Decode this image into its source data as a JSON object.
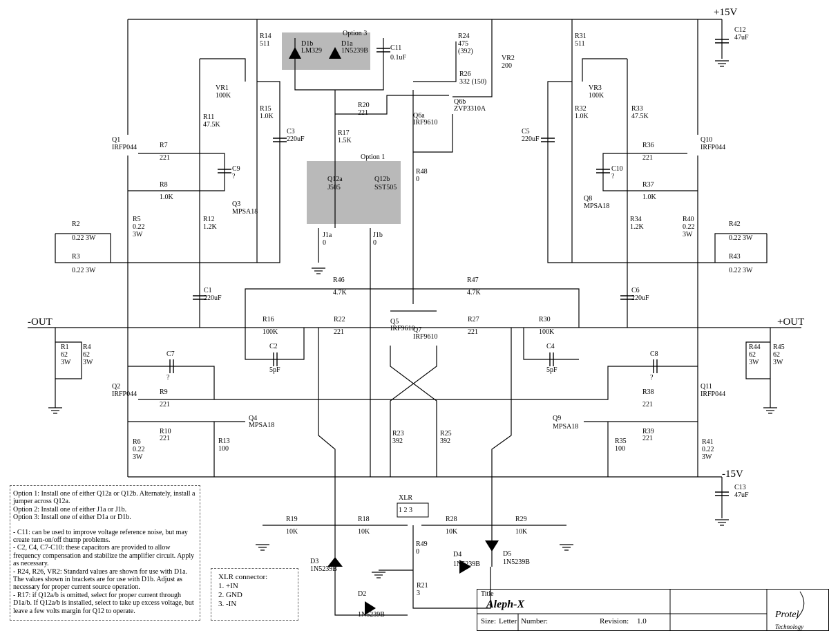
{
  "rails": {
    "pos": "+15V",
    "neg": "-15V",
    "out_pos": "+OUT",
    "out_neg": "-OUT"
  },
  "options": {
    "opt1": "Option 1",
    "opt3": "Option 3"
  },
  "components": {
    "R14": [
      "R14",
      "511"
    ],
    "R31": [
      "R31",
      "511"
    ],
    "R24": [
      "R24",
      "475",
      "(392)"
    ],
    "R26": [
      "R26",
      "332  (150)"
    ],
    "VR2": [
      "VR2",
      "200"
    ],
    "VR1": [
      "VR1",
      "100K"
    ],
    "VR3": [
      "VR3",
      "100K"
    ],
    "R11": [
      "R11",
      "47.5K"
    ],
    "R15": [
      "R15",
      "1.0K"
    ],
    "R32": [
      "R32",
      "1.0K"
    ],
    "R33": [
      "R33",
      "47.5K"
    ],
    "R20": [
      "R20",
      "221"
    ],
    "R17": [
      "R17",
      "1.5K"
    ],
    "R48": [
      "R48",
      "0"
    ],
    "Q1": [
      "Q1",
      "IRFP044"
    ],
    "Q10": [
      "Q10",
      "IRFP044"
    ],
    "Q2": [
      "Q2",
      "IRFP044"
    ],
    "Q11": [
      "Q11",
      "IRFP044"
    ],
    "R7": [
      "R7",
      "221"
    ],
    "R36": [
      "R36",
      "221"
    ],
    "R8": [
      "R8",
      "1.0K"
    ],
    "R37": [
      "R37",
      "1.0K"
    ],
    "C9": [
      "C9",
      "?"
    ],
    "C10": [
      "C10",
      "?"
    ],
    "Q3": [
      "Q3",
      "MPSA18"
    ],
    "Q8": [
      "Q8",
      "MPSA18"
    ],
    "C3": [
      "C3",
      "220uF"
    ],
    "C5": [
      "C5",
      "220uF"
    ],
    "C12": [
      "C12",
      "47uF"
    ],
    "C13": [
      "C13",
      "47uF"
    ],
    "C11": [
      "C11",
      "0.1uF"
    ],
    "D1b": [
      "D1b",
      "LM329"
    ],
    "D1a": [
      "D1a",
      "1N5239B"
    ],
    "Q6a": [
      "Q6a",
      "IRF9610"
    ],
    "Q6b": [
      "Q6b",
      "ZVP3310A"
    ],
    "Q12a": [
      "Q12a",
      "J505"
    ],
    "Q12b": [
      "Q12b",
      "SST505"
    ],
    "J1a": [
      "J1a",
      "0"
    ],
    "J1b": [
      "J1b",
      "0"
    ],
    "R5": [
      "R5",
      "0.22",
      "3W"
    ],
    "R40": [
      "R40",
      "0.22",
      "3W"
    ],
    "R12": [
      "R12",
      "1.2K"
    ],
    "R34": [
      "R34",
      "1.2K"
    ],
    "R2": [
      "R2",
      "0.22    3W"
    ],
    "R3": [
      "R3",
      "0.22    3W"
    ],
    "R42": [
      "R42",
      "0.22   3W"
    ],
    "R43": [
      "R43",
      "0.22   3W"
    ],
    "C1": [
      "C1",
      "220uF"
    ],
    "C6": [
      "C6",
      "220uF"
    ],
    "R46": [
      "R46",
      "4.7K"
    ],
    "R47": [
      "R47",
      "4.7K"
    ],
    "R16": [
      "R16",
      "100K"
    ],
    "R30": [
      "R30",
      "100K"
    ],
    "C2": [
      "C2",
      "5pF"
    ],
    "C4": [
      "C4",
      "5pF"
    ],
    "R22": [
      "R22",
      "221"
    ],
    "R27": [
      "R27",
      "221"
    ],
    "Q5": [
      "Q5",
      "IRF9610"
    ],
    "Q7": [
      "Q7",
      "IRF9610"
    ],
    "R1": [
      "R1",
      "62",
      "3W"
    ],
    "R4": [
      "R4",
      "62",
      "3W"
    ],
    "R44": [
      "R44",
      "62",
      "3W"
    ],
    "R45": [
      "R45",
      "62",
      "3W"
    ],
    "C7": [
      "C7",
      "?"
    ],
    "C8": [
      "C8",
      "?"
    ],
    "R9": [
      "R9",
      "221"
    ],
    "R38": [
      "R38",
      "221"
    ],
    "R10": [
      "R10",
      "221"
    ],
    "R39": [
      "R39",
      "221"
    ],
    "Q4": [
      "Q4",
      "MPSA18"
    ],
    "Q9": [
      "Q9",
      "MPSA18"
    ],
    "R13": [
      "R13",
      "100"
    ],
    "R35": [
      "R35",
      "100"
    ],
    "R6": [
      "R6",
      "0.22",
      "3W"
    ],
    "R41": [
      "R41",
      "0.22",
      "3W"
    ],
    "R23": [
      "R23",
      "392"
    ],
    "R25": [
      "R25",
      "392"
    ],
    "R19": [
      "R19",
      "10K"
    ],
    "R18": [
      "R18",
      "10K"
    ],
    "R28": [
      "R28",
      "10K"
    ],
    "R29": [
      "R29",
      "10K"
    ],
    "XLR": [
      "XLR",
      "1  2  3"
    ],
    "R49": [
      "R49",
      "0"
    ],
    "R21": [
      "R21",
      "3"
    ],
    "D3": [
      "D3",
      "1N5239B"
    ],
    "D2": [
      "D2",
      "1N5239B"
    ],
    "D4": [
      "D4",
      "1N5239B"
    ],
    "D5": [
      "D5",
      "1N5239B"
    ]
  },
  "notes": [
    "Option 1: Install one of either Q12a or Q12b. Alternately, install a jumper across Q12a.",
    "Option 2: Install one of either J1a or J1b.",
    "Option 3: Install one of either D1a or D1b.",
    "",
    "- C11: can be used to improve voltage reference noise, but may create turn-on/off thump problems.",
    "- C2, C4, C7-C10: these capacitors are provided to allow frequency compensation and stabilize the amplifier circuit. Apply as necessary.",
    "- R24, R26, VR2: Standard values are shown for use with D1a. The values shown in brackets are for use with D1b. Adjust as necessary for proper current source operation.",
    "- R17: if Q12a/b is omitted, select for proper current through D1a/b. If Q12a/b is installed, select to take up excess voltage, but leave a few volts margin for Q12 to operate."
  ],
  "xlr_box": {
    "title": "XLR connector:",
    "items": [
      "1. +IN",
      "2. GND",
      "3. -IN"
    ]
  },
  "title_block": {
    "title_label": "Title",
    "title": "Aleph-X",
    "size_label": "Size:",
    "size": "Letter",
    "number_label": "Number:",
    "revision_label": "Revision:",
    "revision": "1.0",
    "logo": "Protel",
    "logo_sub": "Technology"
  }
}
